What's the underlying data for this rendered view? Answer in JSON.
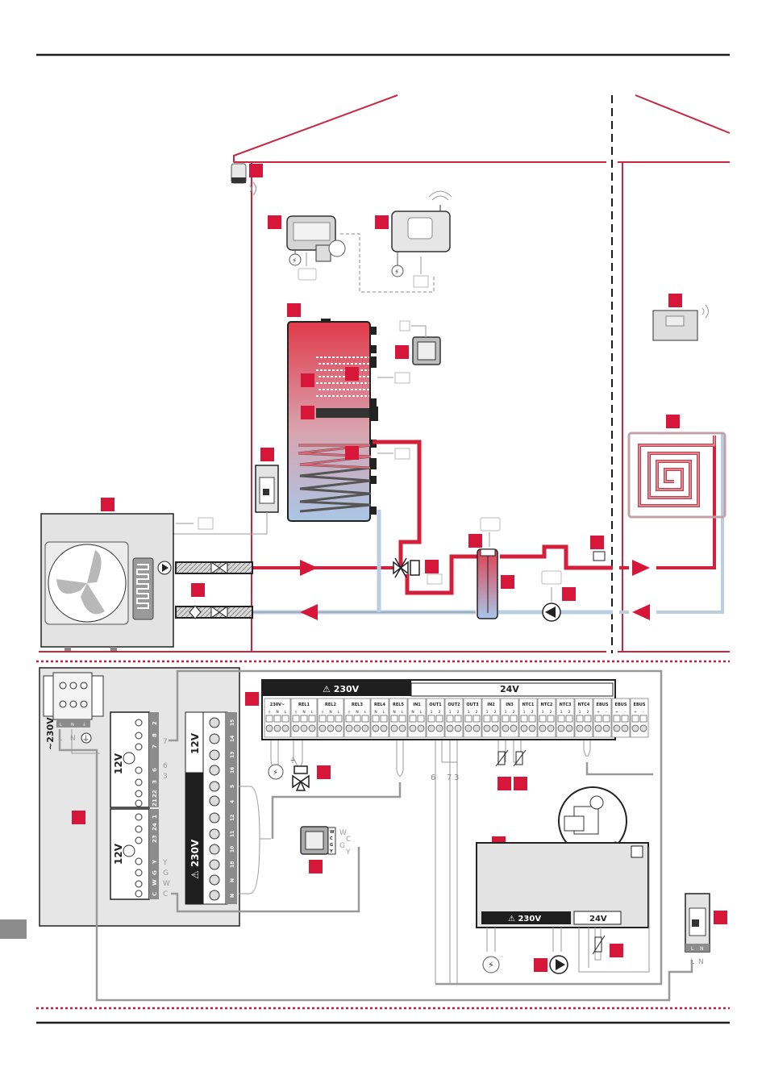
{
  "colors": {
    "red": "#d6173a",
    "pipe_hot": "#d31f3a",
    "pipe_cold": "#b9cde3",
    "wall": "#c8283f",
    "gray_device": "#e3e3e3",
    "dark": "#1e1e1e",
    "wire": "#9a9a9a",
    "tab": "#8c8c8c"
  },
  "icons": {
    "power": "⚡",
    "warning": "⚠",
    "ground": "⏚",
    "pump": "▶",
    "arrow_right": "▶",
    "arrow_left": "◀"
  },
  "controller": {
    "hv_header": "230V",
    "lv_header": "24V",
    "hv_terminals": [
      {
        "name": "230V~",
        "pins": [
          "⏚",
          "N",
          "L"
        ]
      },
      {
        "name": "REL1",
        "pins": [
          "⏚",
          "N",
          "L"
        ]
      },
      {
        "name": "REL2",
        "pins": [
          "⏚",
          "N",
          "L"
        ]
      },
      {
        "name": "REL3",
        "pins": [
          "⏚",
          "N",
          "L"
        ]
      },
      {
        "name": "REL4",
        "pins": [
          "N",
          "L"
        ]
      },
      {
        "name": "REL5",
        "pins": [
          "N",
          "L"
        ]
      },
      {
        "name": "IN1",
        "pins": [
          "N",
          "L"
        ]
      }
    ],
    "lv_terminals": [
      {
        "name": "OUT1",
        "pins": [
          "1",
          "2"
        ]
      },
      {
        "name": "OUT2",
        "pins": [
          "1",
          "2"
        ]
      },
      {
        "name": "OUT3",
        "pins": [
          "1",
          "2"
        ]
      },
      {
        "name": "IN2",
        "pins": [
          "1",
          "2"
        ]
      },
      {
        "name": "IN3",
        "pins": [
          "1",
          "2"
        ]
      },
      {
        "name": "NTC1",
        "pins": [
          "1",
          "2"
        ]
      },
      {
        "name": "NTC2",
        "pins": [
          "1",
          "2"
        ]
      },
      {
        "name": "NTC3",
        "pins": [
          "1",
          "2"
        ]
      },
      {
        "name": "NTC4",
        "pins": [
          "1",
          "2"
        ]
      },
      {
        "name": "EBUS",
        "pins": [
          "+",
          "-"
        ]
      },
      {
        "name": "EBUS",
        "pins": [
          "+",
          "-"
        ]
      },
      {
        "name": "EBUS",
        "pins": [
          "+",
          "-"
        ]
      }
    ],
    "out_wire_labels": [
      "6",
      "7",
      "3"
    ]
  },
  "outdoor_unit": {
    "supply_label": "~230V",
    "supply_pins": [
      "L",
      "N",
      "⏚"
    ],
    "supply_wire_labels": [
      "L",
      "N"
    ],
    "board_a": {
      "voltage": "12V",
      "top_terminals": [
        "2",
        "8",
        "7",
        "6",
        "3",
        "22",
        "21"
      ],
      "wire_labels": [
        "7",
        "6",
        "3"
      ]
    },
    "board_b": {
      "voltage": "12V",
      "terminals": [
        "1",
        "24",
        "23",
        "Y",
        "G",
        "W",
        "C"
      ],
      "wire_labels": [
        "Y",
        "G",
        "W",
        "C"
      ]
    },
    "board_c": {
      "low_voltage": "12V",
      "high_voltage": "230V",
      "lv_terminals": [
        "15",
        "14",
        "13",
        "16",
        "5",
        "4"
      ],
      "hv_terminals": [
        "12",
        "11",
        "10",
        "18",
        "N",
        "N"
      ]
    }
  },
  "thermostat": {
    "pins": [
      "W",
      "C",
      "G",
      "Y"
    ],
    "wire_labels": [
      "W",
      "C",
      "G",
      "Y"
    ]
  },
  "module": {
    "hv_label": "230V",
    "lv_label": "24V"
  },
  "breaker_right": {
    "pins": [
      "L",
      "N"
    ],
    "wire_labels": [
      "L",
      "N"
    ]
  }
}
